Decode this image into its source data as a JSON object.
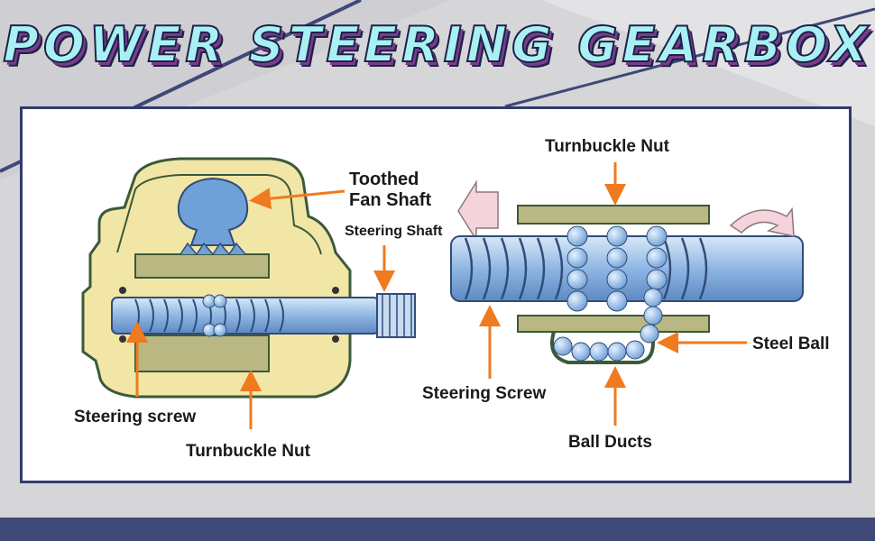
{
  "title": "POWER STEERING GEARBOX",
  "colors": {
    "panel_border": "#2f3c6e",
    "housing": "#f2e6a6",
    "housing_outline": "#3a5a3a",
    "shaft": "#8fb6e3",
    "arrow": "#f07a1e",
    "nut": "#b9b883",
    "footer": "#3f4877"
  },
  "left_diagram": {
    "labels": {
      "toothed_fan_shaft": "Toothed\nFan Shaft",
      "steering_shaft": "Steering Shaft",
      "steering_screw": "Steering screw",
      "turnbuckle_nut": "Turnbuckle Nut"
    }
  },
  "right_diagram": {
    "labels": {
      "turnbuckle_nut": "Turnbuckle Nut",
      "steel_ball": "Steel Ball",
      "steering_screw": "Steering Screw",
      "ball_ducts": "Ball Ducts"
    }
  }
}
